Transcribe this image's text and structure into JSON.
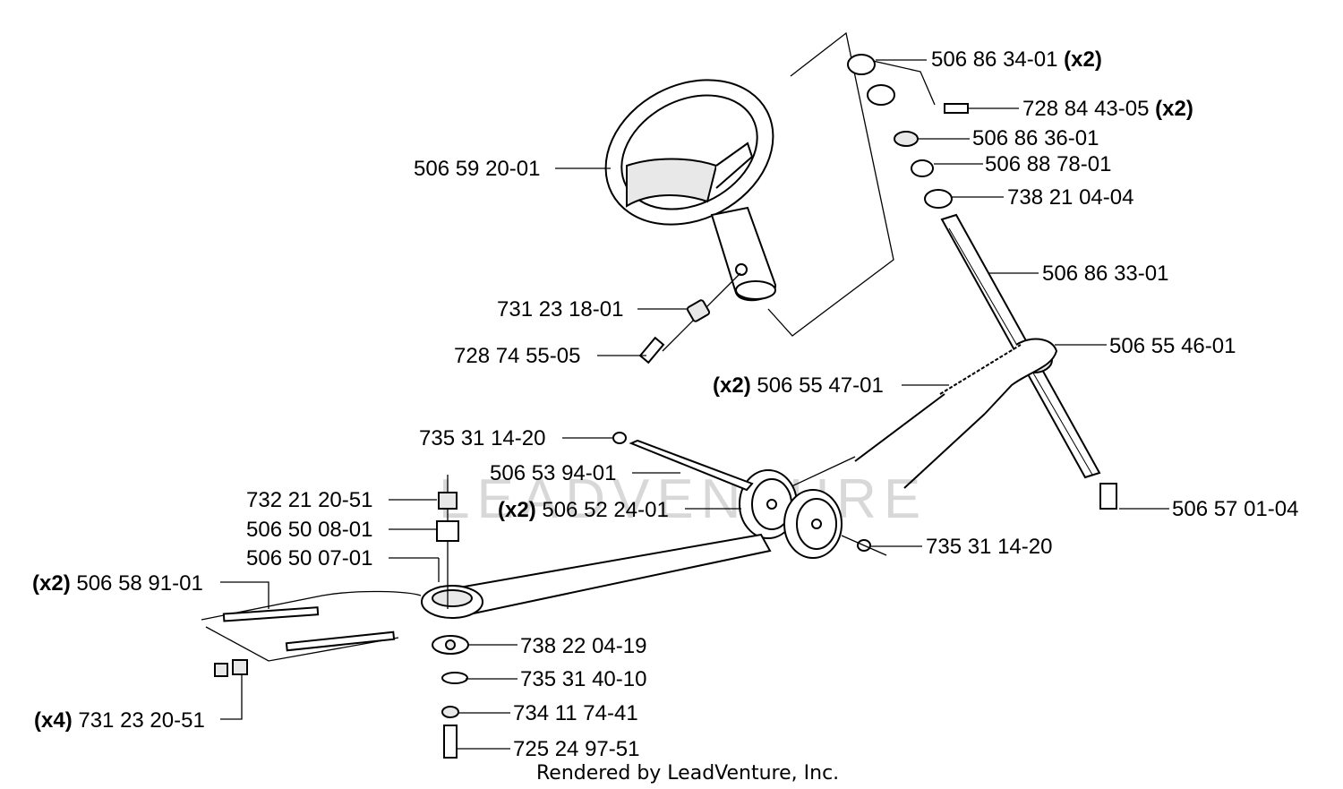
{
  "watermark": "LEADVENTURE",
  "credit": "Rendered by LeadVenture, Inc.",
  "labels": {
    "p1": {
      "qty": "",
      "part": "506 86 34-01",
      "qty_after": "(x2)"
    },
    "p2": {
      "qty": "",
      "part": "728 84 43-05",
      "qty_after": "(x2)"
    },
    "p3": {
      "qty": "",
      "part": "506 86 36-01",
      "qty_after": ""
    },
    "p4": {
      "qty": "",
      "part": "506 88 78-01",
      "qty_after": ""
    },
    "p5": {
      "qty": "",
      "part": "738 21 04-04",
      "qty_after": ""
    },
    "p6": {
      "qty": "",
      "part": "506 59 20-01",
      "qty_after": ""
    },
    "p7": {
      "qty": "",
      "part": "506 86 33-01",
      "qty_after": ""
    },
    "p8": {
      "qty": "",
      "part": "731 23 18-01",
      "qty_after": ""
    },
    "p9": {
      "qty": "",
      "part": "506 55 46-01",
      "qty_after": ""
    },
    "p10": {
      "qty": "",
      "part": "728 74 55-05",
      "qty_after": ""
    },
    "p11": {
      "qty": "(x2)",
      "part": "506 55 47-01",
      "qty_after": ""
    },
    "p12": {
      "qty": "",
      "part": "735 31 14-20",
      "qty_after": ""
    },
    "p13": {
      "qty": "",
      "part": "506 53 94-01",
      "qty_after": ""
    },
    "p14": {
      "qty": "",
      "part": "732 21 20-51",
      "qty_after": ""
    },
    "p15": {
      "qty": "(x2)",
      "part": "506 52 24-01",
      "qty_after": ""
    },
    "p16": {
      "qty": "",
      "part": "506 57 01-04",
      "qty_after": ""
    },
    "p17": {
      "qty": "",
      "part": "506 50 08-01",
      "qty_after": ""
    },
    "p18": {
      "qty": "",
      "part": "735 31 14-20",
      "qty_after": ""
    },
    "p19": {
      "qty": "",
      "part": "506 50 07-01",
      "qty_after": ""
    },
    "p20": {
      "qty": "(x2)",
      "part": "506 58 91-01",
      "qty_after": ""
    },
    "p21": {
      "qty": "",
      "part": "738 22 04-19",
      "qty_after": ""
    },
    "p22": {
      "qty": "",
      "part": "735 31 40-10",
      "qty_after": ""
    },
    "p23": {
      "qty": "(x4)",
      "part": "731 23 20-51",
      "qty_after": ""
    },
    "p24": {
      "qty": "",
      "part": "734 11 74-41",
      "qty_after": ""
    },
    "p25": {
      "qty": "",
      "part": "725 24 97-51",
      "qty_after": ""
    }
  }
}
